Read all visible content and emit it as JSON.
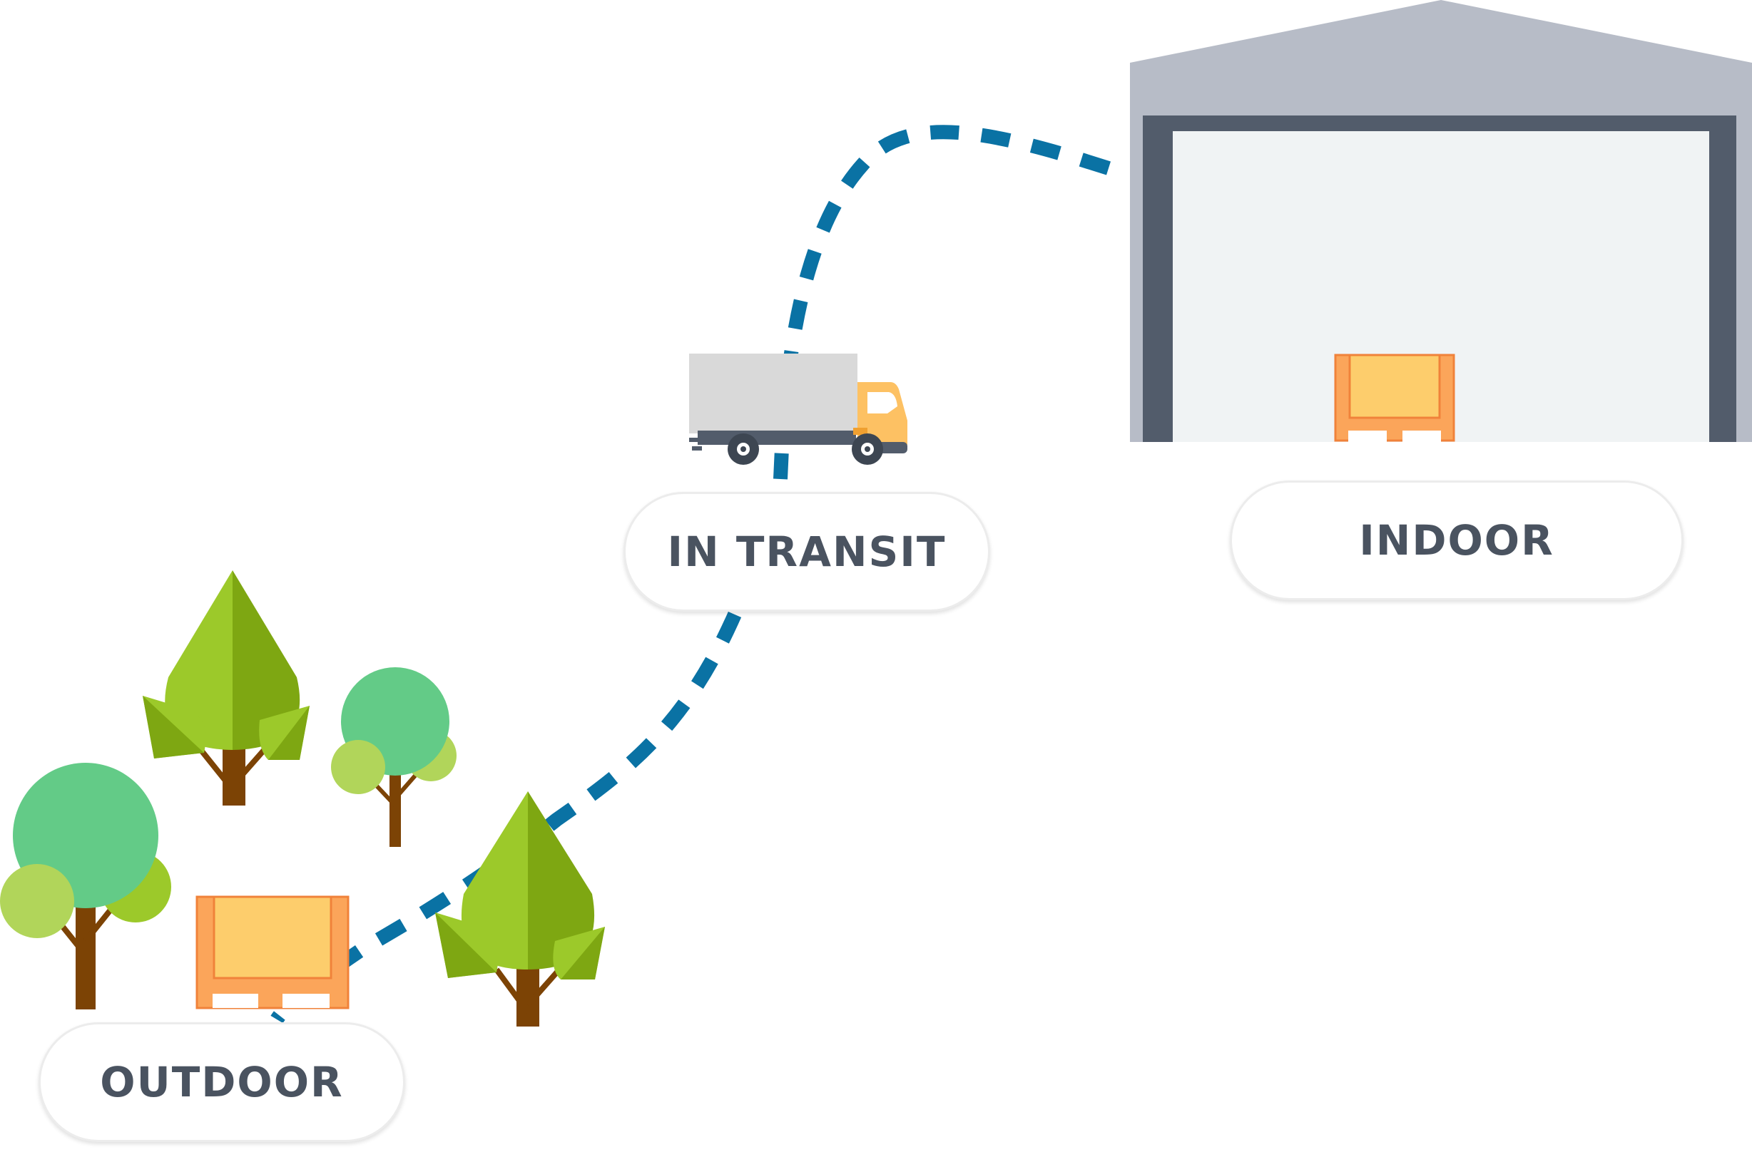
{
  "labels": {
    "in_transit": "IN TRANSIT",
    "indoor": "INDOOR",
    "outdoor": "OUTDOOR"
  },
  "colors": {
    "path": "#0a72a4",
    "warehouse_roof": "#b7bcc7",
    "warehouse_frame": "#525c6b",
    "warehouse_interior": "#f0f3f4",
    "crate_outer": "#fba55a",
    "crate_inner": "#fdcd6c",
    "truck_box": "#d9d9d9",
    "truck_cab": "#fdc163",
    "tree_light_green": "#9cc92a",
    "tree_dark_green": "#7ea712",
    "tree_round": "#63cb87",
    "tree_round_light": "#b1d55a",
    "trunk": "#7c4305",
    "label_text": "#4a5360"
  },
  "icons": [
    "warehouse-icon",
    "truck-icon",
    "crate-icon",
    "tree-icon"
  ]
}
